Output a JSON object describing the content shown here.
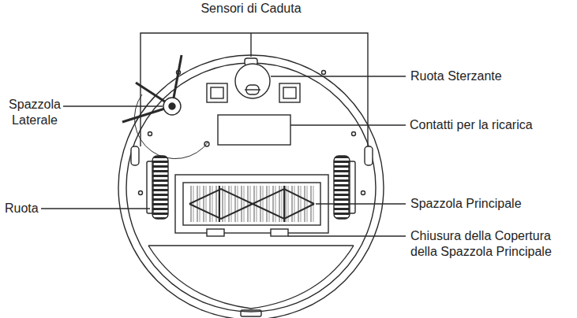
{
  "diagram": {
    "labels": [
      "Sensori di Caduta",
      "Spazzola Laterale",
      "Ruota Sterzante",
      "Contatti per la ricarica",
      "Ruota",
      "Spazzola Principale",
      "Chiusura della Copertura della Spazzola Principale"
    ]
  }
}
